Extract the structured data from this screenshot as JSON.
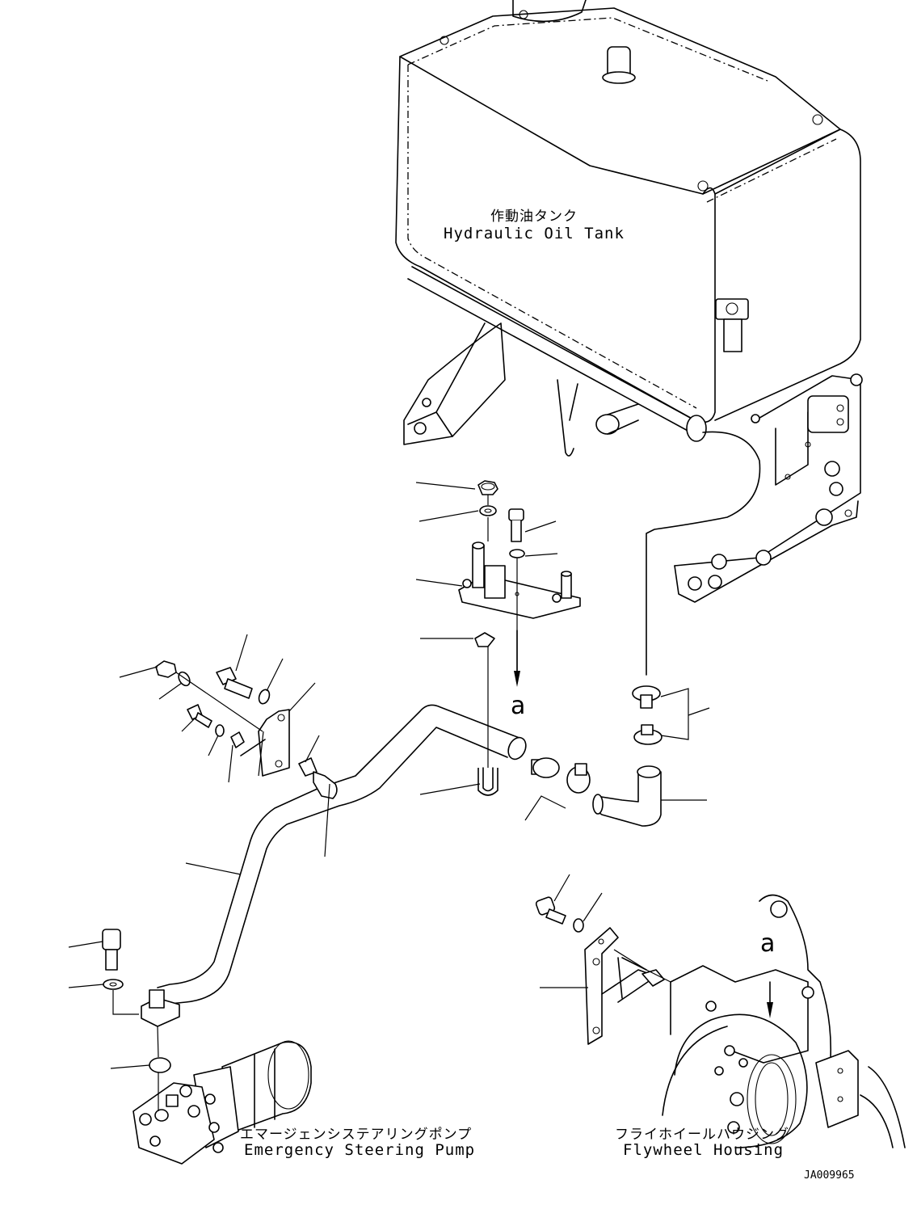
{
  "labels": {
    "tank_jp": "作動油タンク",
    "tank_en": "Hydraulic Oil Tank",
    "pump_jp": "エマージェンシステアリングポンプ",
    "pump_en": "Emergency Steering Pump",
    "flywheel_jp": "フライホイールハウジング",
    "flywheel_en": "Flywheel Housing"
  },
  "markers": {
    "a_top": "a",
    "a_flywheel": "a"
  },
  "drawing_code": "JA009965"
}
